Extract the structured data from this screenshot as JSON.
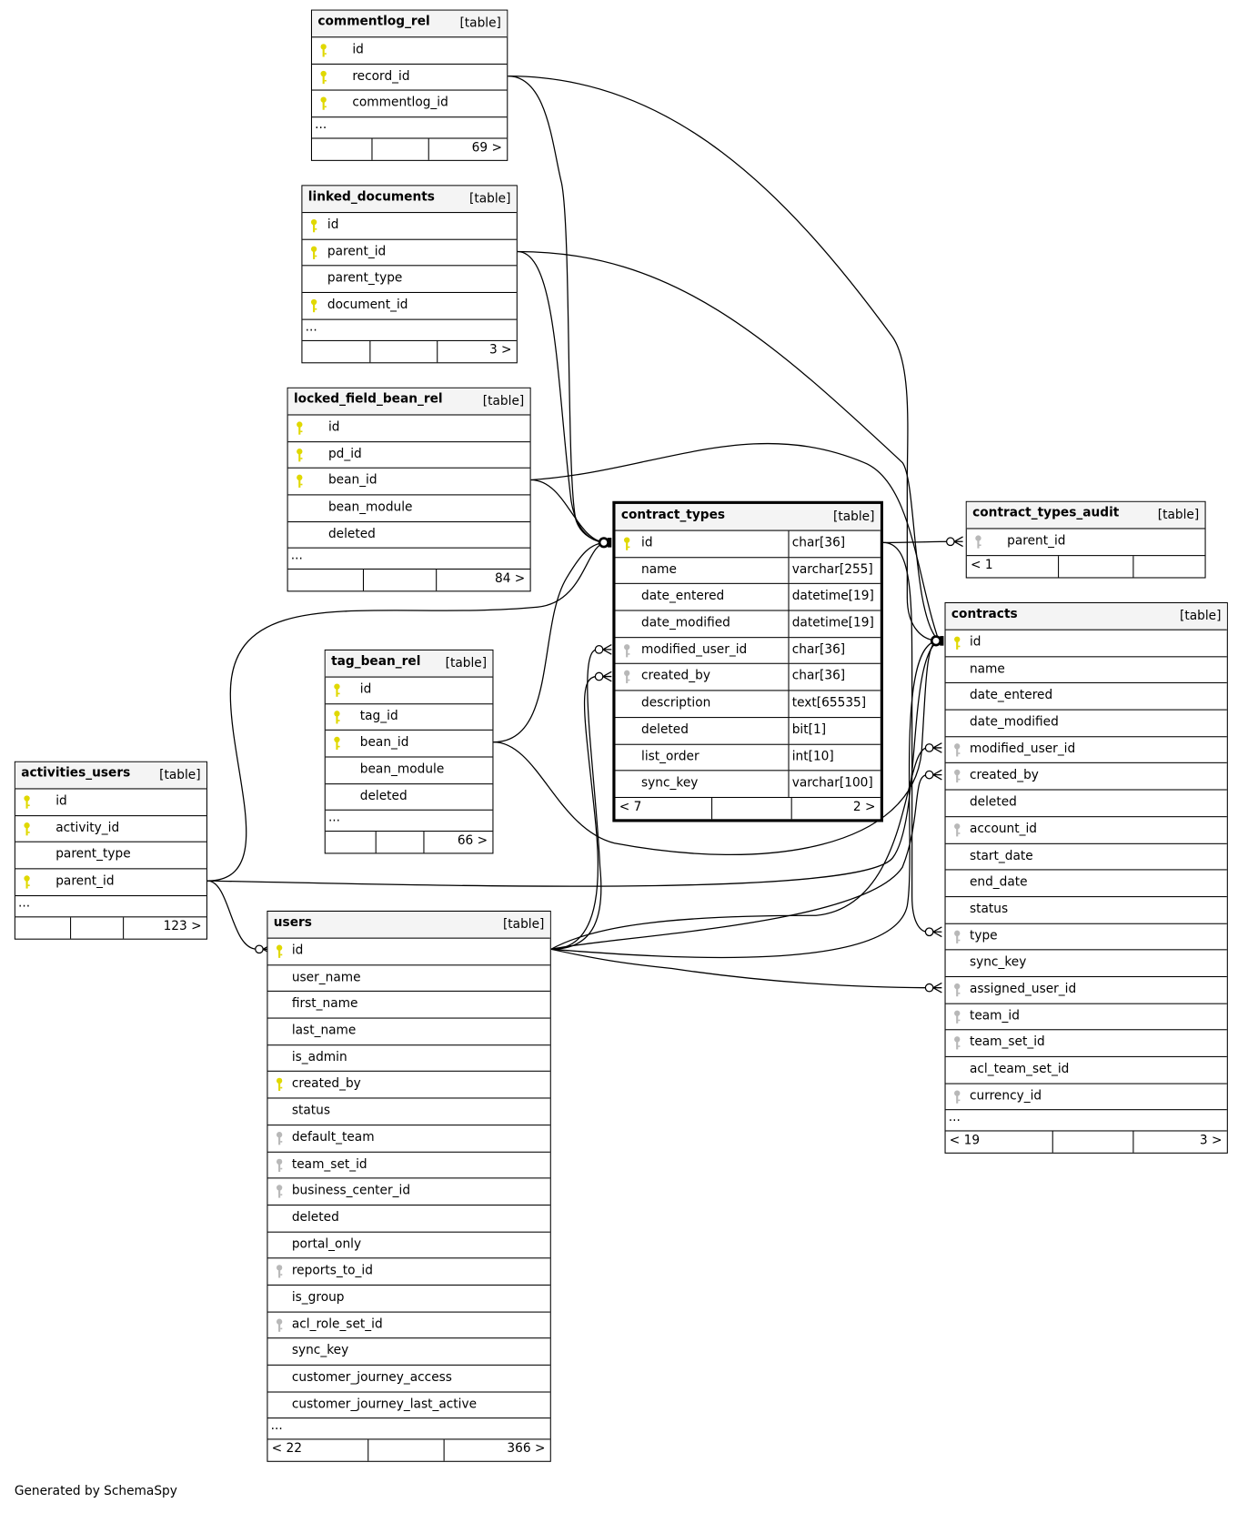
{
  "footer_text": "Generated by SchemaSpy",
  "colors": {
    "primary_key": "#e0d800",
    "foreign_key": "#b8b8b8",
    "header_bg": "#f4f4f4"
  },
  "tables": [
    {
      "name": "commentlog_rel",
      "kind": "[table]",
      "rows": [
        {
          "key": "pk",
          "name": "id"
        },
        {
          "key": "pk",
          "name": "record_id"
        },
        {
          "key": "pk",
          "name": "commentlog_id"
        }
      ],
      "ellipsis": "...",
      "footer": {
        "left": "",
        "right": "69 >"
      }
    },
    {
      "name": "linked_documents",
      "kind": "[table]",
      "rows": [
        {
          "key": "pk",
          "name": "id"
        },
        {
          "key": "pk",
          "name": "parent_id"
        },
        {
          "key": "",
          "name": "parent_type"
        },
        {
          "key": "pk",
          "name": "document_id"
        }
      ],
      "ellipsis": "...",
      "footer": {
        "left": "",
        "right": "3 >"
      }
    },
    {
      "name": "locked_field_bean_rel",
      "kind": "[table]",
      "rows": [
        {
          "key": "pk",
          "name": "id"
        },
        {
          "key": "pk",
          "name": "pd_id"
        },
        {
          "key": "pk",
          "name": "bean_id"
        },
        {
          "key": "",
          "name": "bean_module"
        },
        {
          "key": "",
          "name": "deleted"
        }
      ],
      "ellipsis": "...",
      "footer": {
        "left": "",
        "right": "84 >"
      }
    },
    {
      "name": "contract_types",
      "kind": "[table]",
      "focus": true,
      "rows": [
        {
          "key": "pk",
          "name": "id",
          "type": "char[36]"
        },
        {
          "key": "",
          "name": "name",
          "type": "varchar[255]"
        },
        {
          "key": "",
          "name": "date_entered",
          "type": "datetime[19]"
        },
        {
          "key": "",
          "name": "date_modified",
          "type": "datetime[19]"
        },
        {
          "key": "fk",
          "name": "modified_user_id",
          "type": "char[36]"
        },
        {
          "key": "fk",
          "name": "created_by",
          "type": "char[36]"
        },
        {
          "key": "",
          "name": "description",
          "type": "text[65535]"
        },
        {
          "key": "",
          "name": "deleted",
          "type": "bit[1]"
        },
        {
          "key": "",
          "name": "list_order",
          "type": "int[10]"
        },
        {
          "key": "",
          "name": "sync_key",
          "type": "varchar[100]"
        }
      ],
      "footer": {
        "left": "< 7",
        "right": "2 >"
      }
    },
    {
      "name": "contract_types_audit",
      "kind": "[table]",
      "rows": [
        {
          "key": "fk",
          "name": "parent_id"
        }
      ],
      "footer": {
        "left": "< 1",
        "right": ""
      }
    },
    {
      "name": "contracts",
      "kind": "[table]",
      "rows": [
        {
          "key": "pk",
          "name": "id"
        },
        {
          "key": "",
          "name": "name"
        },
        {
          "key": "",
          "name": "date_entered"
        },
        {
          "key": "",
          "name": "date_modified"
        },
        {
          "key": "fk",
          "name": "modified_user_id"
        },
        {
          "key": "fk",
          "name": "created_by"
        },
        {
          "key": "",
          "name": "deleted"
        },
        {
          "key": "fk",
          "name": "account_id"
        },
        {
          "key": "",
          "name": "start_date"
        },
        {
          "key": "",
          "name": "end_date"
        },
        {
          "key": "",
          "name": "status"
        },
        {
          "key": "fk",
          "name": "type"
        },
        {
          "key": "",
          "name": "sync_key"
        },
        {
          "key": "fk",
          "name": "assigned_user_id"
        },
        {
          "key": "fk",
          "name": "team_id"
        },
        {
          "key": "fk",
          "name": "team_set_id"
        },
        {
          "key": "",
          "name": "acl_team_set_id"
        },
        {
          "key": "fk",
          "name": "currency_id"
        }
      ],
      "ellipsis": "...",
      "footer": {
        "left": "< 19",
        "right": "3 >"
      }
    },
    {
      "name": "tag_bean_rel",
      "kind": "[table]",
      "rows": [
        {
          "key": "pk",
          "name": "id"
        },
        {
          "key": "pk",
          "name": "tag_id"
        },
        {
          "key": "pk",
          "name": "bean_id"
        },
        {
          "key": "",
          "name": "bean_module"
        },
        {
          "key": "",
          "name": "deleted"
        }
      ],
      "ellipsis": "...",
      "footer": {
        "left": "",
        "right": "66 >"
      }
    },
    {
      "name": "activities_users",
      "kind": "[table]",
      "rows": [
        {
          "key": "pk",
          "name": "id"
        },
        {
          "key": "pk",
          "name": "activity_id"
        },
        {
          "key": "",
          "name": "parent_type"
        },
        {
          "key": "pk",
          "name": "parent_id"
        }
      ],
      "ellipsis": "...",
      "footer": {
        "left": "",
        "right": "123 >"
      }
    },
    {
      "name": "users",
      "kind": "[table]",
      "rows": [
        {
          "key": "pk",
          "name": "id"
        },
        {
          "key": "",
          "name": "user_name"
        },
        {
          "key": "",
          "name": "first_name"
        },
        {
          "key": "",
          "name": "last_name"
        },
        {
          "key": "",
          "name": "is_admin"
        },
        {
          "key": "pk",
          "name": "created_by"
        },
        {
          "key": "",
          "name": "status"
        },
        {
          "key": "fk",
          "name": "default_team"
        },
        {
          "key": "fk",
          "name": "team_set_id"
        },
        {
          "key": "fk",
          "name": "business_center_id"
        },
        {
          "key": "",
          "name": "deleted"
        },
        {
          "key": "",
          "name": "portal_only"
        },
        {
          "key": "fk",
          "name": "reports_to_id"
        },
        {
          "key": "",
          "name": "is_group"
        },
        {
          "key": "fk",
          "name": "acl_role_set_id"
        },
        {
          "key": "",
          "name": "sync_key"
        },
        {
          "key": "",
          "name": "customer_journey_access"
        },
        {
          "key": "",
          "name": "customer_journey_last_active"
        }
      ],
      "ellipsis": "...",
      "footer": {
        "left": "< 22",
        "right": "366 >"
      }
    }
  ]
}
